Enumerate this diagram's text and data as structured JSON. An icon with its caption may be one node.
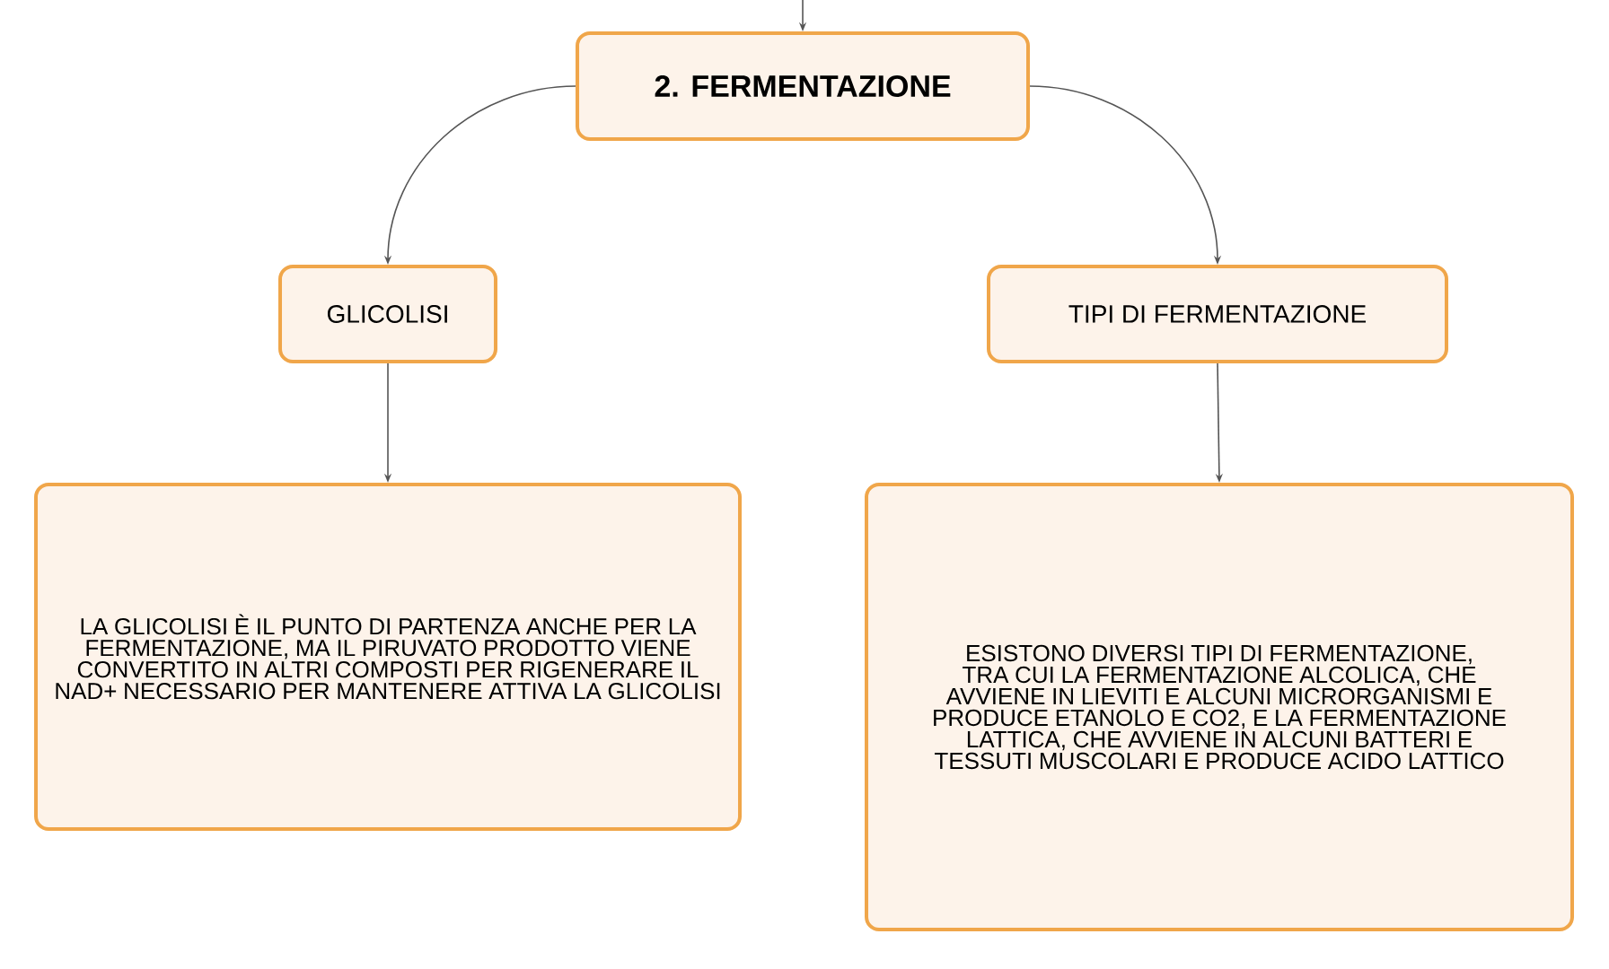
{
  "diagram": {
    "nodes": [
      {
        "text": [
          "2. FERMENTAZIONE"
        ]
      },
      {
        "text": [
          "GLICOLISI"
        ]
      },
      {
        "text": [
          "TIPI DI FERMENTAZIONE"
        ]
      },
      {
        "text": [
          "LA GLICOLISI È IL PUNTO DI PARTENZA ANCHE PER LA FERMENTAZIONE, MA IL PIRUVATO PRODOTTO VIENE CONVERTITO IN ALTRI COMPOSTI PER RIGENERARE IL NAD+ NECESSARIO PER MANTENERE ATTIVA LA GLICOLISI"
        ]
      },
      {
        "text": [
          "ESISTONO DIVERSI TIPI DI FERMENTAZIONE, TRA CUI LA FERMENTAZIONE ALCOLICA, CHE AVVIENE IN LIEVITI E ALCUNI MICRORGANISMI E PRODUCE ETANOLO E CO2, E LA FERMENTAZIONE LATTICA, CHE AVVIENE IN ALCUNI BATTERI E TESSUTI MUSCOLARI E PRODUCE ACIDO LATTICO"
        ]
      }
    ],
    "edges": [
      {
        "from": null,
        "to": 0,
        "arrow": "to"
      },
      {
        "from": 0,
        "to": 1,
        "arrow": "to"
      },
      {
        "from": 0,
        "to": 2,
        "arrow": "to"
      },
      {
        "from": 1,
        "to": 3,
        "arrow": "to"
      },
      {
        "from": 2,
        "to": 4,
        "arrow": "to"
      }
    ]
  }
}
